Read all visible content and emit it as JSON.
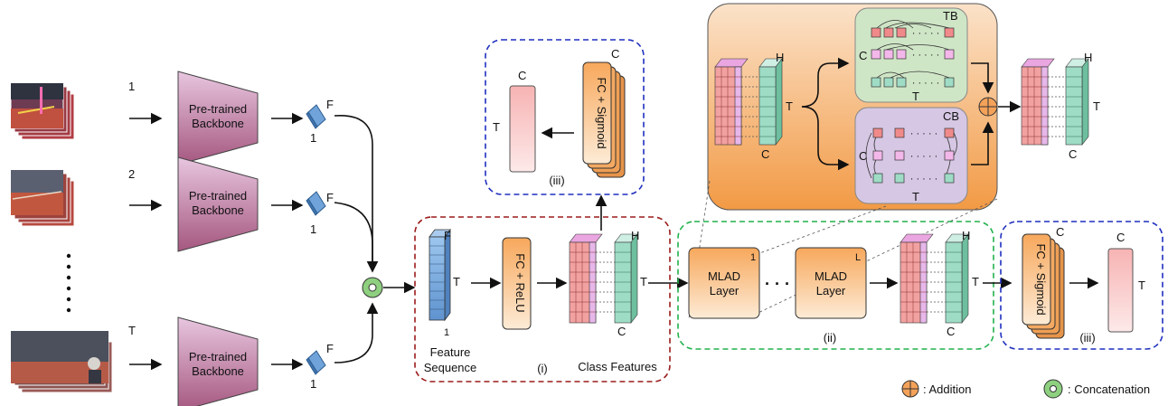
{
  "frames": [
    {
      "index": "1"
    },
    {
      "index": "2"
    },
    {
      "index": "T"
    }
  ],
  "backbone": {
    "line1": "Pre-trained",
    "line2": "Backbone"
  },
  "feature_vector": {
    "dim_f": "F",
    "dim_1": "1"
  },
  "feature_sequence": {
    "label_line1": "Feature",
    "label_line2": "Sequence",
    "dim_f": "F",
    "dim_t": "T",
    "dim_1": "1"
  },
  "fc_relu": {
    "label": "FC + ReLU"
  },
  "class_features": {
    "label": "Class Features",
    "dim_h": "H",
    "dim_t": "T",
    "dim_c": "C"
  },
  "section_labels": {
    "i": "(i)",
    "ii": "(ii)",
    "iii_top": "(iii)",
    "iii_right": "(iii)"
  },
  "fc_sigmoid": {
    "label": "FC + Sigmoid"
  },
  "output_top": {
    "dim_c": "C",
    "dim_c_out": "C",
    "dim_t": "T"
  },
  "output_right": {
    "dim_c": "C",
    "dim_c_out": "C",
    "dim_t": "T"
  },
  "mlad": {
    "line1": "MLAD",
    "line2": "Layer",
    "index_first": "1",
    "index_last": "L",
    "dots": "· · ·"
  },
  "mlad_out": {
    "dim_h": "H",
    "dim_t": "T",
    "dim_c": "C"
  },
  "detail": {
    "in_dim_h": "H",
    "in_dim_t": "T",
    "in_dim_c": "C",
    "out_dim_h": "H",
    "out_dim_t": "T",
    "out_dim_c": "C",
    "tb": {
      "label": "TB",
      "dim_c": "C",
      "dim_t": "T",
      "dots": "· · · · ·"
    },
    "cb": {
      "label": "CB",
      "dim_c": "C",
      "dim_t": "T",
      "dots": "· · · · ·"
    }
  },
  "legend": [
    {
      "symbol": "addition",
      "label": ": Addition"
    },
    {
      "symbol": "concatenation",
      "label": ": Concatenation"
    }
  ],
  "colors": {
    "red_dash": "#9b1c1c",
    "green_dash": "#22b14c",
    "blue_dash": "#1f2fbf",
    "orange": "#f6a25a",
    "pink": "#f3b3b3",
    "teal": "#8fd3bf",
    "blue": "#7fb2e5"
  }
}
